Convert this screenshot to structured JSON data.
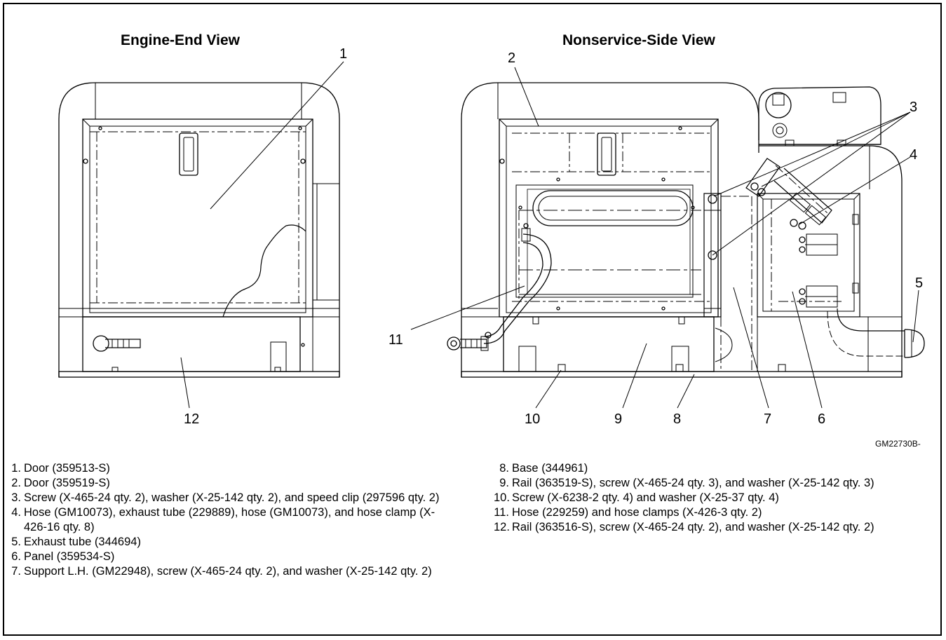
{
  "titles": {
    "engine_end": "Engine-End View",
    "nonservice_side": "Nonservice-Side View"
  },
  "figure_id": "GM22730B-",
  "callouts": [
    "1",
    "2",
    "3",
    "4",
    "5",
    "6",
    "7",
    "8",
    "9",
    "10",
    "11",
    "12"
  ],
  "legend_left": [
    {
      "num": "1.",
      "text": "Door (359513-S)"
    },
    {
      "num": "2.",
      "text": "Door (359519-S)"
    },
    {
      "num": "3.",
      "text": "Screw (X-465-24 qty. 2), washer (X-25-142 qty. 2), and speed clip (297596 qty. 2)"
    },
    {
      "num": "4.",
      "text": "Hose (GM10073), exhaust tube (229889), hose (GM10073), and hose clamp (X-426-16 qty. 8)"
    },
    {
      "num": "5.",
      "text": "Exhaust tube (344694)"
    },
    {
      "num": "6.",
      "text": "Panel (359534-S)"
    },
    {
      "num": "7.",
      "text": "Support L.H. (GM22948), screw (X-465-24 qty. 2), and washer (X-25-142 qty. 2)"
    }
  ],
  "legend_right": [
    {
      "num": "8.",
      "text": "Base (344961)"
    },
    {
      "num": "9.",
      "text": "Rail (363519-S), screw (X-465-24 qty. 3), and washer (X-25-142 qty. 3)"
    },
    {
      "num": "10.",
      "text": "Screw (X-6238-2 qty. 4) and washer (X-25-37 qty. 4)"
    },
    {
      "num": "11.",
      "text": "Hose (229259) and hose clamps (X-426-3 qty. 2)"
    },
    {
      "num": "12.",
      "text": "Rail (363516-S), screw (X-465-24 qty. 2), and washer (X-25-142 qty. 2)"
    }
  ]
}
